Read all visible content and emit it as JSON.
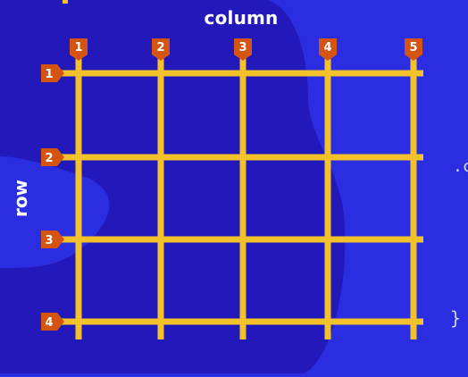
{
  "diagram": {
    "column_label": "column",
    "row_label": "row",
    "column_numbers": [
      "1",
      "2",
      "3",
      "4",
      "5"
    ],
    "row_numbers": [
      "1",
      "2",
      "3",
      "4"
    ],
    "code_snippet_dot": ".c",
    "code_snippet_brace": "}",
    "colors": {
      "background": "#2a2ee0",
      "blob": "#2318b9",
      "grid_line": "#f3c22b",
      "badge": "#d45512",
      "label_text": "#ffffff"
    }
  }
}
